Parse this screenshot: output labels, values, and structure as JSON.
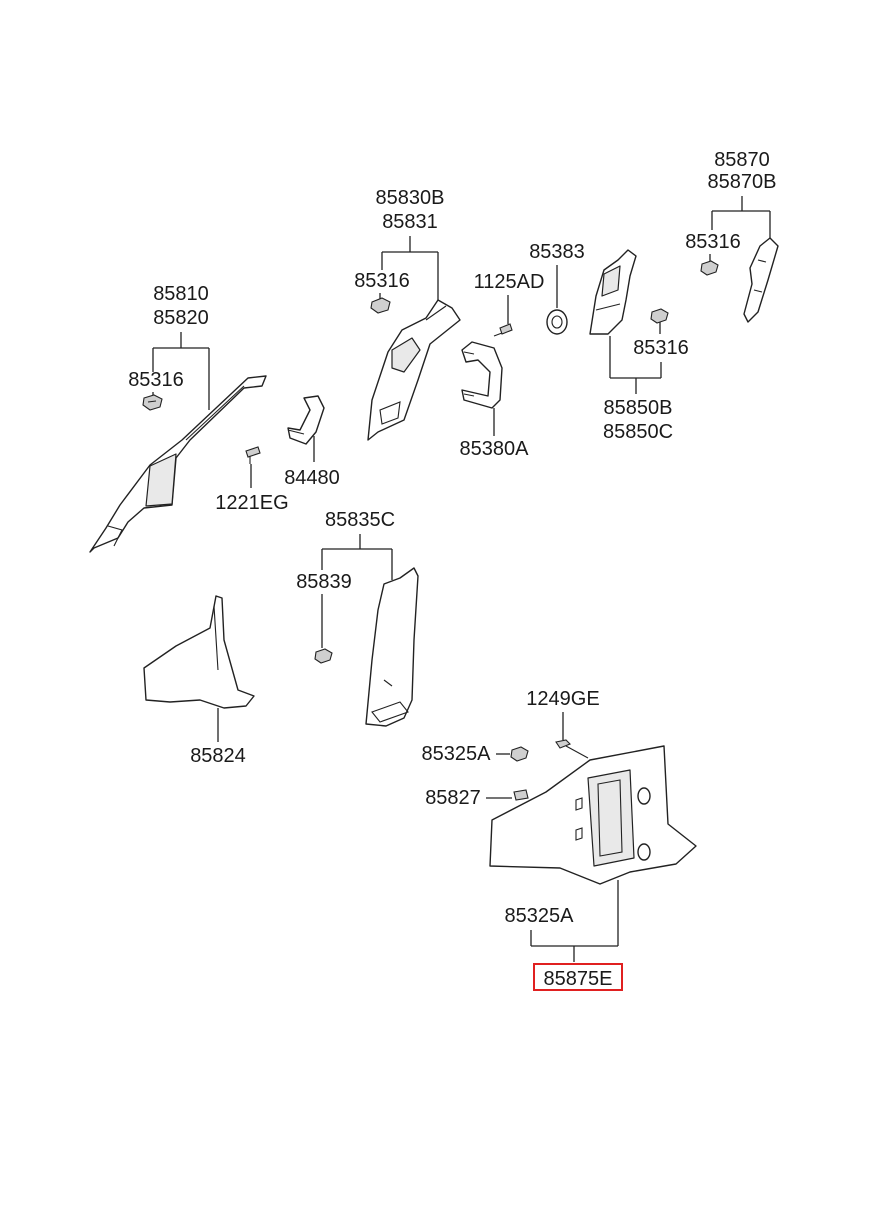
{
  "labels": {
    "p85810": "85810",
    "p85820": "85820",
    "p85316_a": "85316",
    "p84480": "84480",
    "p1221EG": "1221EG",
    "p85830B": "85830B",
    "p85831": "85831",
    "p85316_b": "85316",
    "p1125AD": "1125AD",
    "p85383": "85383",
    "p85380A": "85380A",
    "p85870": "85870",
    "p85870B": "85870B",
    "p85316_c": "85316",
    "p85316_d": "85316",
    "p85850B": "85850B",
    "p85850C": "85850C",
    "p85835C": "85835C",
    "p85839": "85839",
    "p85824": "85824",
    "p1249GE": "1249GE",
    "p85325A_a": "85325A",
    "p85827": "85827",
    "p85325A_b": "85325A",
    "p85875E": "85875E"
  },
  "highlight": {
    "part": "85875E",
    "color": "#e02020"
  }
}
